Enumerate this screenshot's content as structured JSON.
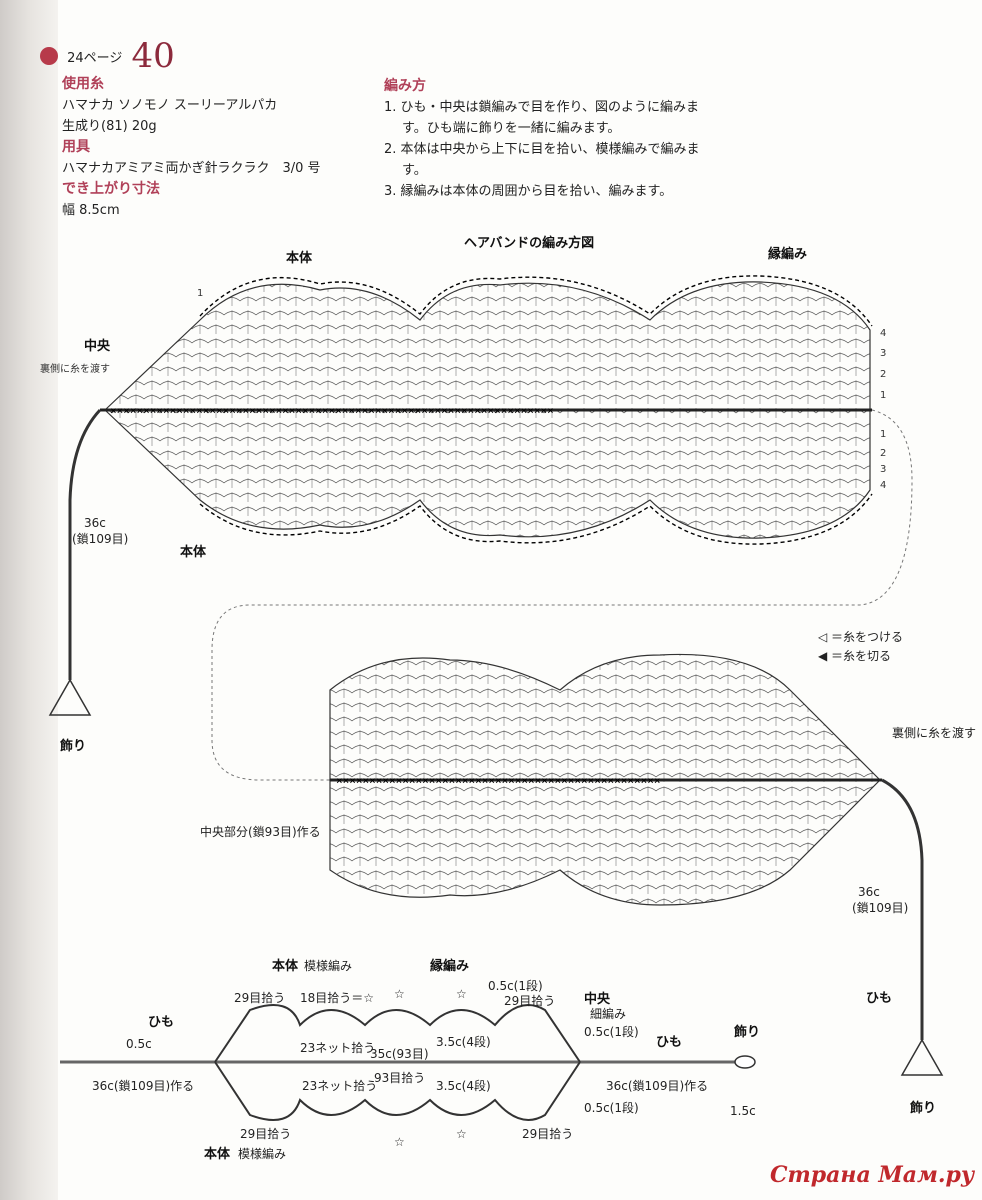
{
  "header": {
    "page_ref": "24ページ",
    "pattern_number": "40"
  },
  "materials": {
    "yarn_heading": "使用糸",
    "yarn_name": "ハマナカ ソノモノ スーリーアルパカ",
    "yarn_color": "生成り(81) 20g",
    "tools_heading": "用具",
    "tools": "ハマナカアミアミ両かぎ針ラクラク　3/0 号",
    "size_heading": "でき上がり寸法",
    "size": "幅 8.5cm"
  },
  "instructions": {
    "heading": "編み方",
    "steps": [
      "1. ひも・中央は鎖編みで目を作り、図のように編みます。ひも端に飾りを一緒に編みます。",
      "2. 本体は中央から上下に目を拾い、模様編みで編みます。",
      "3. 縁編みは本体の周囲から目を拾い、編みます。"
    ]
  },
  "diagram1": {
    "title": "ヘアバンドの編み方図",
    "label_body_top": "本体",
    "label_edge": "縁編み",
    "label_center": "中央",
    "label_pass": "裏側に糸を渡す",
    "label_body_bottom": "本体",
    "label_cord": "36c",
    "label_cord_chain": "(鎖109目)",
    "label_ornament": "飾り",
    "row_marks": [
      "4",
      "3",
      "2",
      "1",
      "1",
      "2",
      "3",
      "4"
    ],
    "start_mark": "1"
  },
  "diagram2": {
    "legend_attach": "◁ ＝糸をつける",
    "legend_cut": "◀ ＝糸を切る",
    "label_pass": "裏側に糸を渡す",
    "label_center_part": "中央部分(鎖93目)作る",
    "label_cord": "36c",
    "label_cord_chain": "(鎖109目)",
    "label_cord_name": "ひも",
    "label_ornament": "飾り"
  },
  "schematic": {
    "body_top": "本体",
    "body_top_sub": "模様編み",
    "edge": "縁編み",
    "center": "中央",
    "center_sub": "細編み",
    "cord_left": "ひも",
    "cord_right": "ひも",
    "ornament": "飾り",
    "pick_29_top": "29目拾う",
    "pick_18": "18目拾う＝☆",
    "top_05": "0.5c(1段)",
    "top_29_right": "29目拾う",
    "net_23_top": "23ネット拾う",
    "cm35": "35c(93目)",
    "top_35c4": "3.5c(4段)",
    "right_05_top": "0.5c(1段)",
    "left_05": "0.5c",
    "left_36": "36c(鎖109目)作る",
    "net_23_bot": "23ネット拾う",
    "s93": "93目拾う",
    "bot_35c4": "3.5c(4段)",
    "right_36": "36c(鎖109目)作る",
    "right_05_bot": "0.5c(1段)",
    "pick_29_bot_left": "29目拾う",
    "pick_29_bot_right": "29目拾う",
    "body_bot": "本体",
    "body_bot_sub": "模様編み",
    "orn_size": "1.5c",
    "star": "☆"
  },
  "watermark": "Страна Мам.ру",
  "colors": {
    "accent": "#b04058",
    "number": "#8c2a3c",
    "watermark": "#c0282c"
  }
}
